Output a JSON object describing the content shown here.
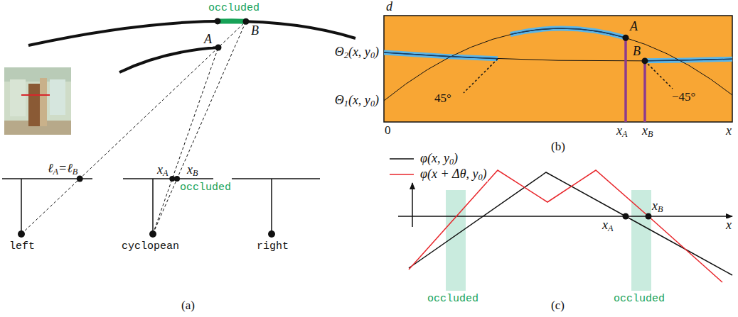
{
  "diagram": {
    "labels": [
      "occluded",
      "B",
      "A",
      "ℓA=ℓB",
      "xA",
      "xB",
      "occluded",
      "left",
      "cyclopean",
      "right",
      "(a)",
      "d",
      "Θ2(x, y0)",
      "Θ1(x, y0)",
      "A",
      "B",
      "45°",
      "−45°",
      "0",
      "xA",
      "xB",
      "x",
      "(b)",
      "xA",
      "xB",
      "x",
      "occluded",
      "occluded",
      "(c)"
    ],
    "legend": [
      {
        "text": "φ(x, y0)"
      },
      {
        "text": "φ(x + Δθ, y0)"
      }
    ]
  }
}
